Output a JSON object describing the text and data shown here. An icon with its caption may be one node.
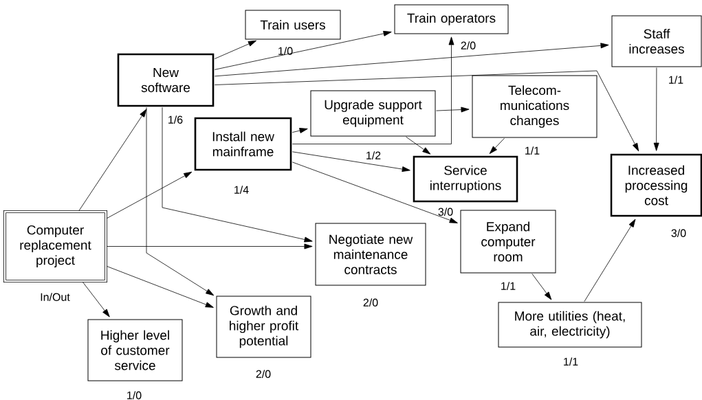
{
  "diagram": {
    "nodes": [
      {
        "text": [
          "Computer replacement project"
        ],
        "beside": [
          "In/Out"
        ]
      },
      {
        "text": [
          "New software"
        ],
        "beside": [
          "1/6"
        ]
      },
      {
        "text": [
          "Train users"
        ],
        "beside": [
          "1/0"
        ]
      },
      {
        "text": [
          "Train operators"
        ],
        "beside": [
          "2/0"
        ]
      },
      {
        "text": [
          "Staff increases"
        ],
        "beside": [
          "1/1"
        ]
      },
      {
        "text": [
          "Install new mainframe"
        ],
        "beside": [
          "1/4"
        ]
      },
      {
        "text": [
          "Upgrade support equipment"
        ],
        "beside": [
          "1/2"
        ]
      },
      {
        "text": [
          "Telecom- munications changes"
        ],
        "beside": [
          "1/1"
        ]
      },
      {
        "text": [
          "Service interruptions"
        ],
        "beside": [
          "3/0"
        ]
      },
      {
        "text": [
          "Increased processing cost"
        ],
        "beside": [
          "3/0"
        ]
      },
      {
        "text": [
          "Negotiate new maintenance contracts"
        ],
        "beside": [
          "2/0"
        ]
      },
      {
        "text": [
          "Expand computer room"
        ],
        "beside": [
          "1/1"
        ]
      },
      {
        "text": [
          "Growth and higher profit potential"
        ],
        "beside": [
          "2/0"
        ]
      },
      {
        "text": [
          "Higher level of customer service"
        ],
        "beside": [
          "1/0"
        ]
      },
      {
        "text": [
          "More utilities (heat, air, electricity)"
        ],
        "beside": [
          "1/1"
        ]
      }
    ],
    "edges": [
      {
        "from": 0,
        "to": 1,
        "arrow": "to"
      },
      {
        "from": 0,
        "to": 5,
        "arrow": "to"
      },
      {
        "from": 0,
        "to": 10,
        "arrow": "to"
      },
      {
        "from": 0,
        "to": 12,
        "arrow": "to"
      },
      {
        "from": 0,
        "to": 13,
        "arrow": "to"
      },
      {
        "from": 1,
        "to": 2,
        "arrow": "to"
      },
      {
        "from": 1,
        "to": 3,
        "arrow": "to"
      },
      {
        "from": 1,
        "to": 4,
        "arrow": "to"
      },
      {
        "from": 1,
        "to": 9,
        "arrow": "to"
      },
      {
        "from": 1,
        "to": 10,
        "arrow": "to"
      },
      {
        "from": 1,
        "to": 12,
        "arrow": "to"
      },
      {
        "from": 5,
        "to": 6,
        "arrow": "to"
      },
      {
        "from": 5,
        "to": 3,
        "arrow": "to"
      },
      {
        "from": 5,
        "to": 8,
        "arrow": "to"
      },
      {
        "from": 5,
        "to": 11,
        "arrow": "to"
      },
      {
        "from": 6,
        "to": 7,
        "arrow": "to"
      },
      {
        "from": 6,
        "to": 8,
        "arrow": "to"
      },
      {
        "from": 7,
        "to": 8,
        "arrow": "to"
      },
      {
        "from": 4,
        "to": 9,
        "arrow": "to"
      },
      {
        "from": 11,
        "to": 14,
        "arrow": "to"
      },
      {
        "from": 14,
        "to": 9,
        "arrow": "to"
      }
    ]
  }
}
